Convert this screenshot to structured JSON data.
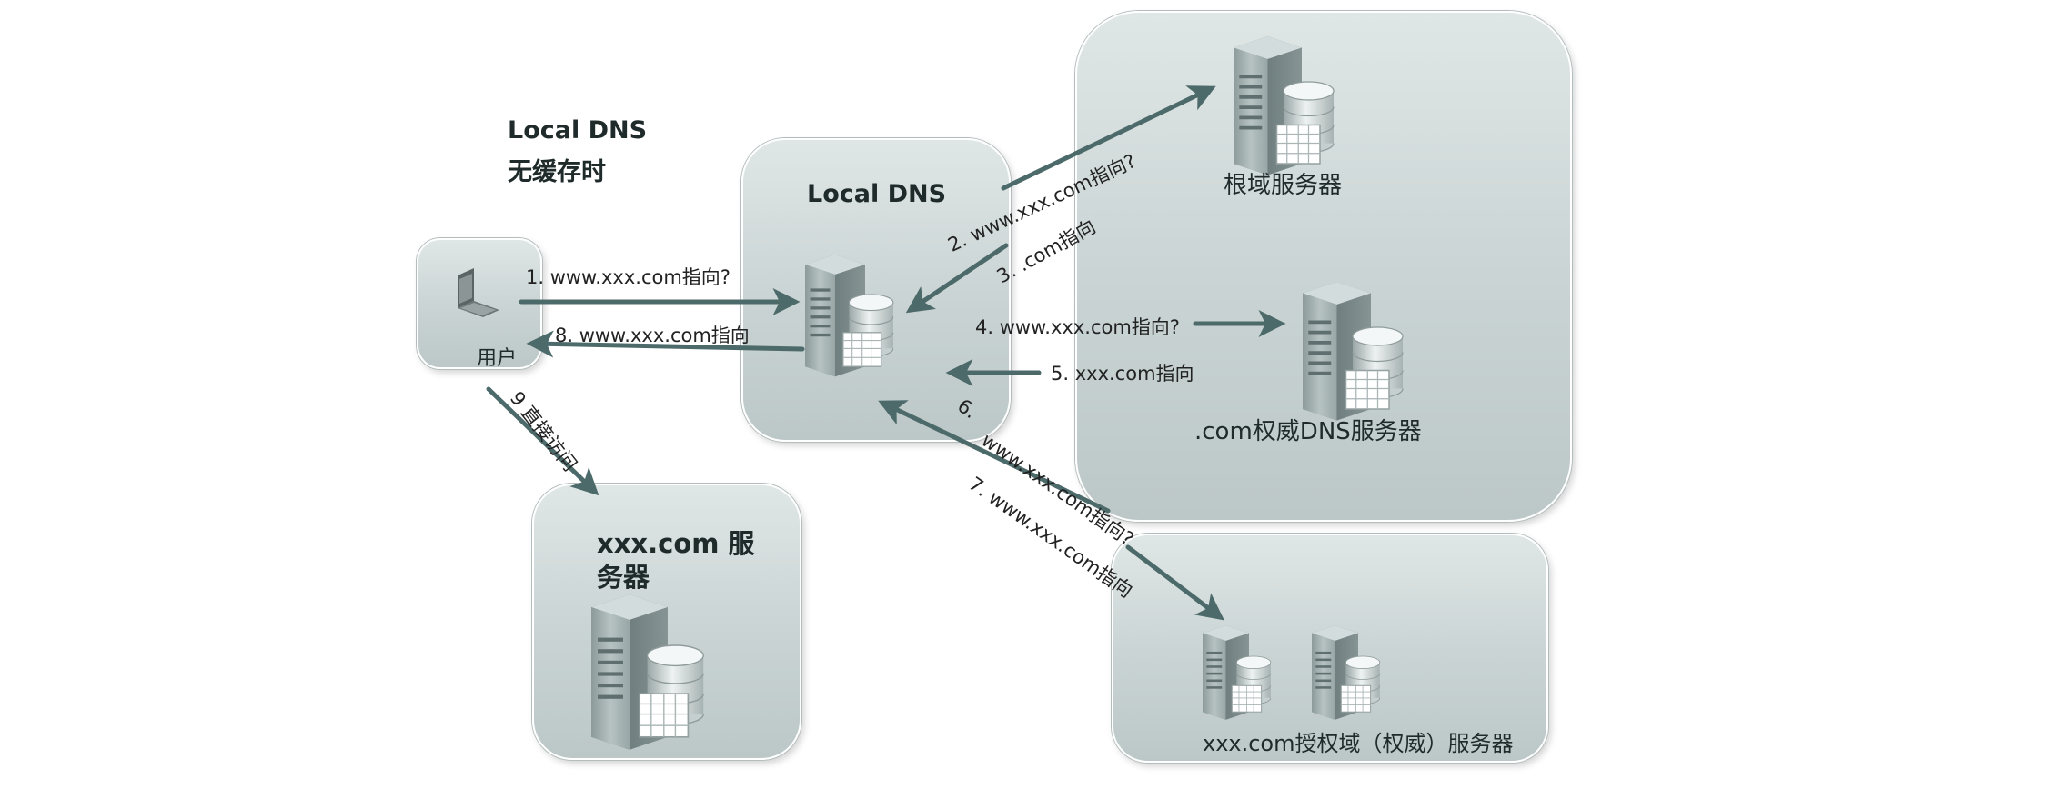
{
  "side_note": {
    "line1": "Local DNS",
    "line2": "无缓存时"
  },
  "nodes": {
    "user": {
      "label": "用户"
    },
    "local_dns": {
      "label": "Local DNS"
    },
    "root": {
      "label": "根域服务器"
    },
    "com": {
      "label": ".com权威DNS服务器"
    },
    "xxx_server": {
      "line1": "xxx.com 服",
      "line2": "务器"
    },
    "auth": {
      "label": "xxx.com授权域（权威）服务器"
    }
  },
  "steps": {
    "s1": "1.  www.xxx.com指向?",
    "s2": "2.  www.xxx.com指向?",
    "s3": "3.   .com指向",
    "s4": "4.  www.xxx.com指向?",
    "s5": "5.  xxx.com指向",
    "s6": "6.",
    "s6b": "www.xxx.com指向?",
    "s7": "7.  www.xxx.com指向",
    "s8": "8.  www.xxx.com指向",
    "s9": "9 直接访问"
  },
  "colors": {
    "arrow": "#4d6a6a",
    "panel": "#c9d3d3"
  }
}
